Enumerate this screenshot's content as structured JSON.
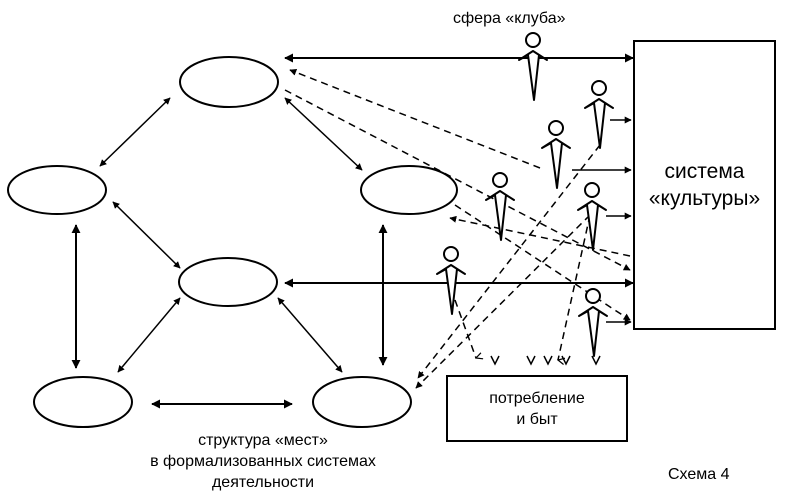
{
  "labels": {
    "club_sphere": "сфера «клуба»",
    "culture_system_line1": "система",
    "culture_system_line2": "«культуры»",
    "consumption_line1": "потребление",
    "consumption_line2": "и быт",
    "places_structure_line1": "структура «мест»",
    "places_structure_line2": "в формализованных системах",
    "places_structure_line3": "деятельности",
    "scheme_caption": "Схема 4"
  },
  "colors": {
    "stroke": "#000000",
    "background": "#ffffff"
  }
}
